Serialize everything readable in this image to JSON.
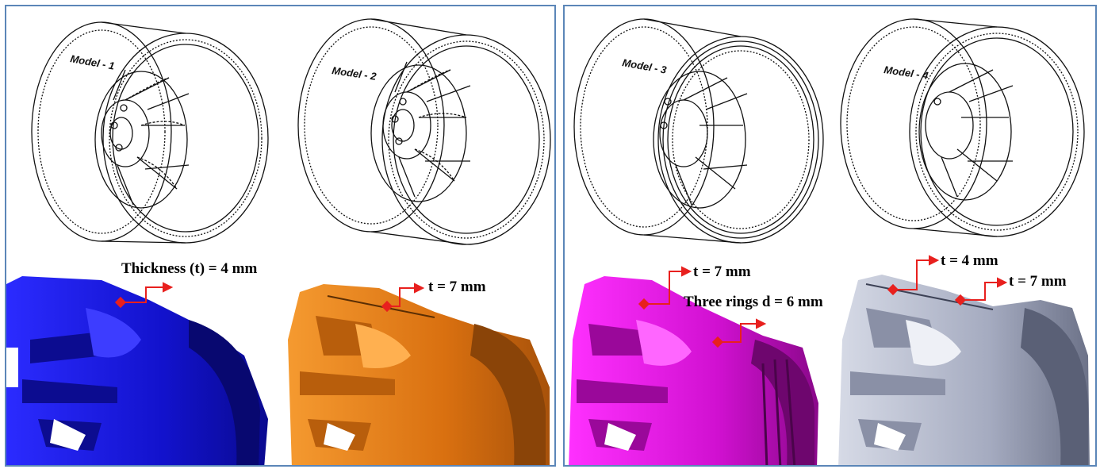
{
  "models": [
    {
      "label": "Model - 1"
    },
    {
      "label": "Model - 2"
    },
    {
      "label": "Model - 3"
    },
    {
      "label": "Model - 4"
    }
  ],
  "annotations": {
    "model1_thickness": "Thickness (t) = 4 mm",
    "model2_thickness": "t = 7 mm",
    "model3_thickness": "t = 7 mm",
    "model3_rings": "Three rings d = 6 mm",
    "model4_thickness_a": "t = 4 mm",
    "model4_thickness_b": "t = 7 mm"
  },
  "colors": {
    "frame_border": "#5b86b8",
    "model1_section": "#1a1ae6",
    "model2_section": "#e07a10",
    "model3_section": "#e010e0",
    "model4_section": "#a9afc4",
    "callout": "#e8201e"
  }
}
